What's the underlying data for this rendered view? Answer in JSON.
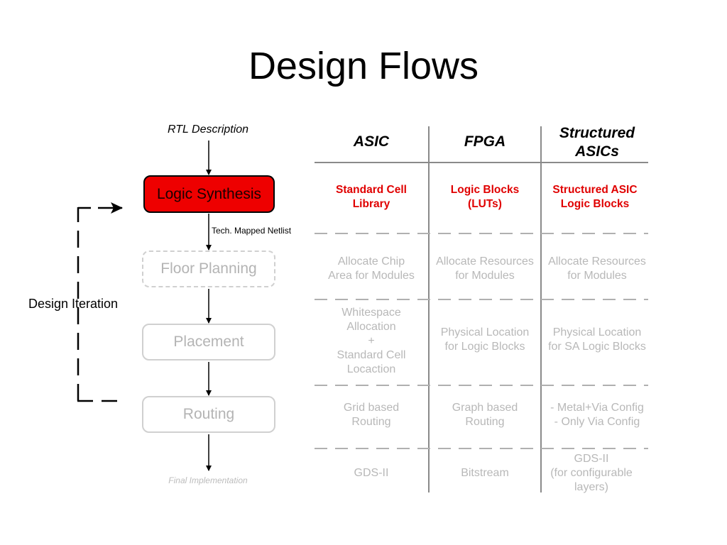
{
  "title": "Design Flows",
  "flow": {
    "top_label": "RTL Description",
    "bottom_label": "Final Implementation",
    "netlist_label": "Tech. Mapped Netlist",
    "iteration_label": "Design Iteration",
    "steps": [
      {
        "label": "Logic Synthesis",
        "state": "active"
      },
      {
        "label": "Floor Planning",
        "state": "faded-dashed"
      },
      {
        "label": "Placement",
        "state": "faded"
      },
      {
        "label": "Routing",
        "state": "faded"
      }
    ]
  },
  "table": {
    "headers": [
      "ASIC",
      "FPGA",
      "Structured\nASICs"
    ],
    "rows": [
      [
        "Standard Cell\nLibrary",
        "Logic Blocks\n(LUTs)",
        "Structured ASIC\nLogic Blocks"
      ],
      [
        "Allocate Chip\nArea for Modules",
        "Allocate Resources\nfor Modules",
        "Allocate Resources\nfor Modules"
      ],
      [
        "Whitespace\nAllocation\n+\nStandard Cell\nLocaction",
        "Physical Location\nfor Logic Blocks",
        "Physical Location\nfor SA Logic Blocks"
      ],
      [
        "Grid based\nRouting",
        "Graph based\nRouting",
        "- Metal+Via Config\n- Only Via Config"
      ],
      [
        "GDS-II",
        "Bitstream",
        "GDS-II\n(for configurable\nlayers)"
      ]
    ]
  },
  "colors": {
    "accent_red": "#ee0000",
    "faded_text": "#b8b8b8",
    "faded_border": "#d0d0d0"
  }
}
